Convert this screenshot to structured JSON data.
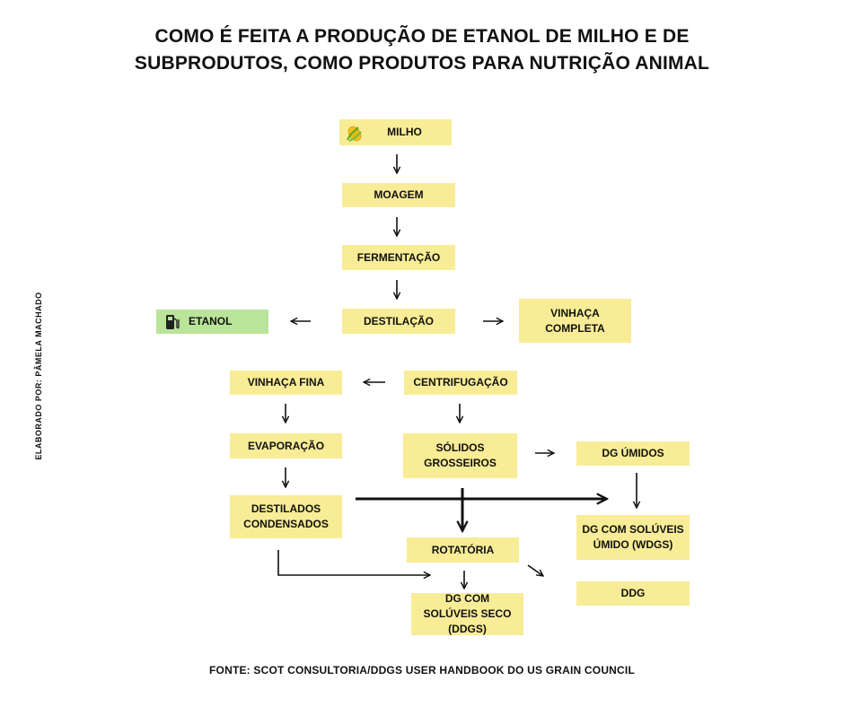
{
  "title": {
    "line1": "COMO É FEITA A PRODUÇÃO DE ETANOL DE MILHO E DE",
    "line2": "SUBPRODUTOS, COMO PRODUTOS PARA NUTRIÇÃO ANIMAL"
  },
  "credit": "ELABORADO POR: PÂMELA MACHADO",
  "nodes": {
    "milho": "MILHO",
    "moagem": "MOAGEM",
    "fermentacao": "FERMENTAÇÃO",
    "destilacao": "DESTILAÇÃO",
    "etanol": "ETANOL",
    "vinhaca_completa": "VINHAÇA COMPLETA",
    "centrifugacao": "CENTRIFUGAÇÃO",
    "vinhaca_fina": "VINHAÇA FINA",
    "evaporacao": "EVAPORAÇÃO",
    "solidos_grosseiros": "SÓLIDOS GROSSEIROS",
    "dg_umidos": "DG ÚMIDOS",
    "destilados_condensados": "DESTILADOS CONDENSADOS",
    "wdgs": "DG  COM SOLÚVEIS ÚMIDO (WDGS)",
    "rotatoria": "ROTATÓRIA",
    "ddg": "DDG",
    "ddgs": "DG  COM SOLÚVEIS SECO (DDGS)"
  },
  "icons": {
    "milho": "corn-icon",
    "etanol": "fuel-pump-icon"
  },
  "colors": {
    "box": "#f8ec97",
    "ethanol_box": "#b9e49a",
    "arrow": "#111111"
  },
  "source": "FONTE:  SCOT CONSULTORIA/DDGS USER HANDBOOK DO US GRAIN COUNCIL"
}
